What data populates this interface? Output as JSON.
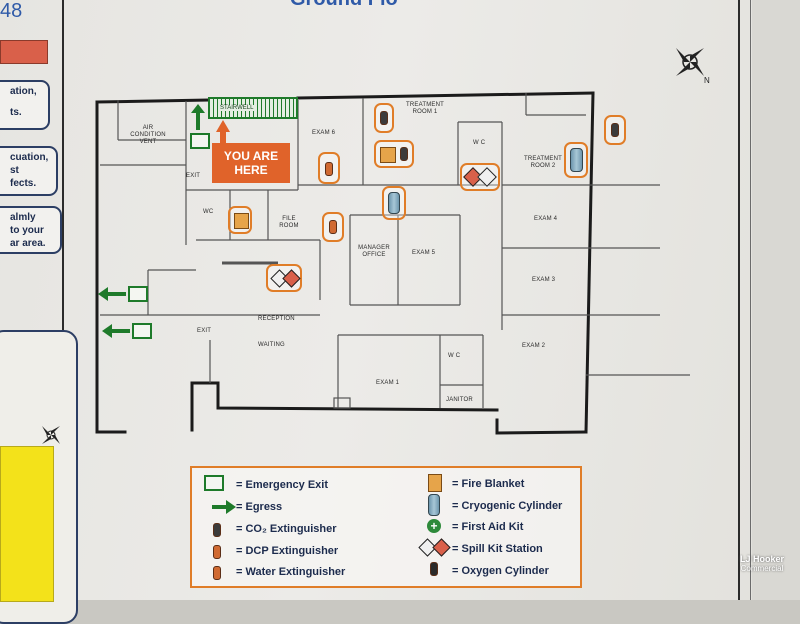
{
  "header": {
    "partial_number": "48",
    "partial_title": "Ground Flo"
  },
  "side_panel": {
    "box1": [
      "ation,",
      "ts."
    ],
    "box2": [
      "cuation,",
      "st",
      "fects."
    ],
    "box3": [
      "almly",
      "to your",
      "ar area."
    ]
  },
  "you_are_here": {
    "line1": "YOU ARE",
    "line2": "HERE"
  },
  "compass": {
    "north": "N"
  },
  "rooms": {
    "air_vent": [
      "AIR",
      "CONDITION",
      "VENT"
    ],
    "exit_upper": "EXIT",
    "exam6": "EXAM 6",
    "treatment1": [
      "TREATMENT",
      "ROOM 1"
    ],
    "wc_top": "W C",
    "treatment2": [
      "TREATMENT",
      "ROOM 2"
    ],
    "wc_left": "WC",
    "file_room": [
      "FILE",
      "ROOM"
    ],
    "manager": [
      "MANAGER",
      "OFFICE"
    ],
    "exam5": "EXAM 5",
    "exam4": "EXAM 4",
    "exam3": "EXAM 3",
    "exam2": "EXAM 2",
    "reception": "RECEPTION",
    "exit_lower": "EXIT",
    "waiting": "WAITING",
    "wc_bottom": "W C",
    "exam1": "EXAM 1",
    "janitor": "JANITOR",
    "stairs_text": "STAIRWELL"
  },
  "legend": {
    "left": [
      {
        "label": "= Emergency Exit",
        "icon": "emergency-exit-icon"
      },
      {
        "label": "= Egress",
        "icon": "egress-arrow-icon"
      },
      {
        "label": "= CO₂ Extinguisher",
        "icon": "co2-extinguisher-icon"
      },
      {
        "label": "= DCP Extinguisher",
        "icon": "dcp-extinguisher-icon"
      },
      {
        "label": "= Water Extinguisher",
        "icon": "water-extinguisher-icon"
      }
    ],
    "right": [
      {
        "label": "= Fire Blanket",
        "icon": "fire-blanket-icon"
      },
      {
        "label": "= Cryogenic Cylinder",
        "icon": "cryogenic-cylinder-icon"
      },
      {
        "label": "= First Aid Kit",
        "icon": "first-aid-kit-icon"
      },
      {
        "label": "= Spill Kit Station",
        "icon": "spill-kit-icon"
      },
      {
        "label": "= Oxygen Cylinder",
        "icon": "oxygen-cylinder-icon"
      }
    ]
  },
  "watermark": {
    "logo": "LJ Hooker",
    "sub": "Commercial"
  },
  "colors": {
    "exit_green": "#1e7a2a",
    "you_are_here": "#e0632a",
    "ring_orange": "#e07d28",
    "navy": "#1c2b4d",
    "yellow": "#f3e21a",
    "red": "#d9604a"
  }
}
